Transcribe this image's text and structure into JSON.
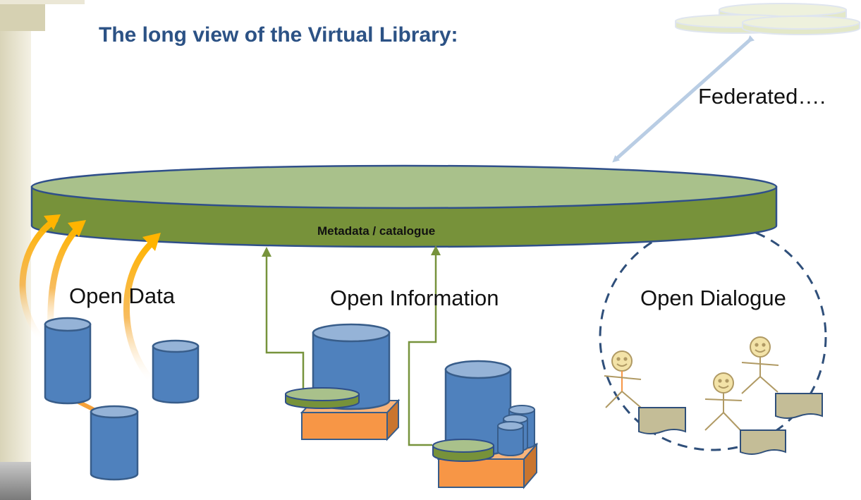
{
  "slide": {
    "title": "The long view of the Virtual Library:"
  },
  "labels": {
    "federated": "Federated….",
    "metadata": "Metadata / catalogue",
    "open_data": "Open Data",
    "open_information": "Open Information",
    "open_dialogue": "Open Dialogue"
  },
  "colors": {
    "title": "#2c5285",
    "disc_top": "#a9c18b",
    "disc_side": "#77923a",
    "disc_outline": "#2f4f8a",
    "cylinder_body": "#4f81bd",
    "cylinder_top": "#95b3d7",
    "cylinder_outline": "#385d8a",
    "box_fill": "#f79646",
    "feed_arrow": "#ffb400",
    "green_arrow": "#77933c",
    "person": "#b09a64",
    "document": "#c4bd97",
    "dialogue_circle": "#2f4f7a"
  }
}
